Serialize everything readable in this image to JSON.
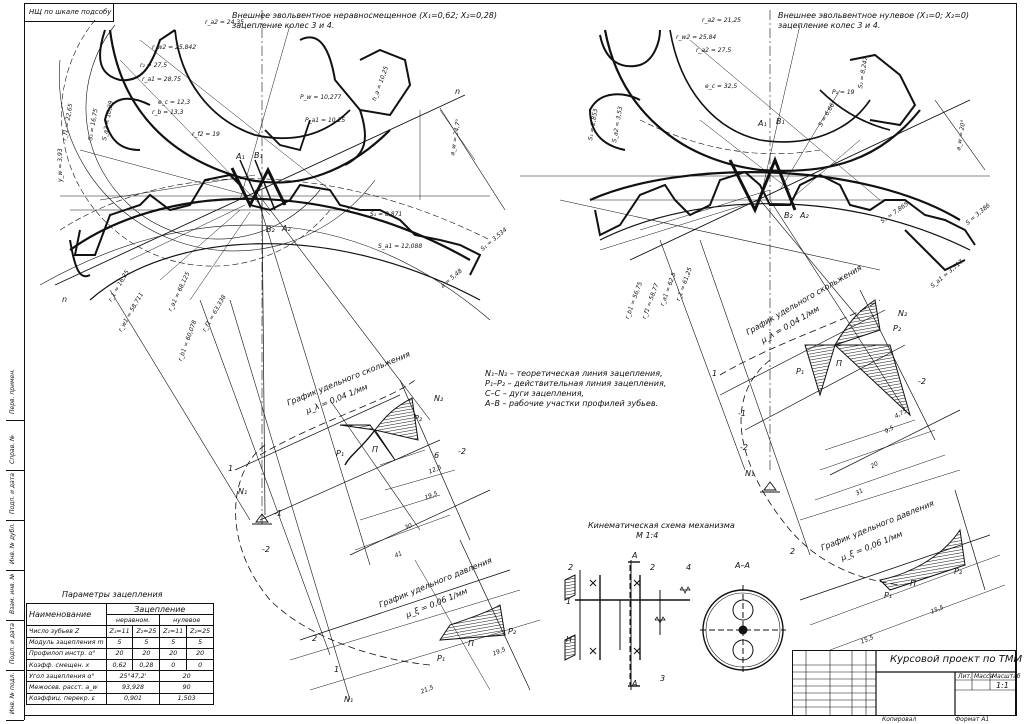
{
  "stamp": "НЩ по шкале подсобу",
  "left_gear": {
    "title_line1": "Внешнее эвольвентное неравносмещенное (X₁=0,62; X₂=0,28)",
    "title_line2": "зацепление колес 3 и 4.",
    "labels": [
      "r_a2 = 24,35",
      "r_w2 = 25,842",
      "r₂ = 27,5",
      "r_a1 = 28,75",
      "r_f1 = 22,65",
      "S₂ = 16,75",
      "r_b = 13,3",
      "e_c = 12,3",
      "r_f2 = 19",
      "S_a2 = 10,29",
      "P_w = 10,277",
      "P_a1 = 10,25",
      "h_a = 10,25",
      "a_w = 24,7°",
      "y_w = 3,93",
      "S₁ = 8,871",
      "S_a1 = 12,088",
      "a = 5,48",
      "e = 4,88",
      "S₁ = 3,534",
      "r_1 = 16,25",
      "r_a1 = 68,125",
      "r_w1 = 58,711",
      "r_b1 = 60,078",
      "r_f1 = 63,338"
    ],
    "points": [
      "A₁",
      "B₁",
      "A₂",
      "B₂",
      "N₁",
      "N₂",
      "P₁",
      "P₂",
      "C",
      "C",
      "n",
      "n",
      "1",
      "1",
      "2",
      "2",
      "-1",
      "-2",
      "K"
    ]
  },
  "right_gear": {
    "title_line1": "Внешнее эвольвентное нулевое (X₁=0; X₂=0)",
    "title_line2": "зацепление колес 3 и 4.",
    "labels": [
      "r_a2 = 21,25",
      "r_w2 = 25,84",
      "r_a2 = 27,5",
      "S₂ = 8,247",
      "P₁ = 19",
      "S₁ = 2,853",
      "S_a2 = 3,53",
      "e_c = 32,5",
      "S = 6,66",
      "a_w = 20°",
      "S₁ = 7,865",
      "S = 3,386",
      "S_a1 = 3,717",
      "r_b1 = 56,75",
      "r_f1 = 58,77",
      "r_a1 = 62,5",
      "r_1 = 61,25"
    ],
    "points": [
      "A₁",
      "B₁",
      "A₂",
      "B₂",
      "N₁",
      "N₂",
      "P₁",
      "P₂",
      "П",
      "1",
      "-1",
      "-2",
      "2",
      "K"
    ]
  },
  "legend": [
    "N₁–N₂ – теоретическая линия зацепления,",
    "P₁–P₂ – действительная линия зацепления,",
    "C–C – дуги зацепления,",
    "A–B – рабочие участки профилей зубьев."
  ],
  "left_slide_chart": {
    "title": "График удельного скольжения",
    "scale": "μ_λ = 0,04 1/мм",
    "dims": [
      "12,5",
      "19,5",
      "30",
      "41"
    ],
    "marks": [
      "P₁",
      "P₂",
      "П",
      "1",
      "-1",
      "-2",
      "2",
      "6",
      "N₁",
      "N₂"
    ]
  },
  "left_pressure_chart": {
    "title": "График удельного давления",
    "scale": "μ_ξ = 0,06 1/мм",
    "dims": [
      "19,5",
      "21,5"
    ],
    "marks": [
      "P₁",
      "П",
      "P₂",
      "N₁",
      "N₂",
      "1",
      "2"
    ]
  },
  "right_slide_chart": {
    "title": "График удельного скольжения",
    "scale": "μ_λ = 0,04 1/мм",
    "dims": [
      "4,75",
      "9,5",
      "20",
      "31"
    ],
    "marks": [
      "P₁",
      "P₂",
      "П",
      "1",
      "-1",
      "-2",
      "2",
      "N₁",
      "N₂"
    ]
  },
  "right_pressure_chart": {
    "title": "График удельного давления",
    "scale": "μ_ξ = 0,06 1/мм",
    "dims": [
      "15,5",
      "15,5"
    ],
    "marks": [
      "P₁",
      "П",
      "P₂",
      "N₁",
      "N₂",
      "1"
    ]
  },
  "kinematic": {
    "title": "Кинематическая схема механизма",
    "scale": "М 1:4",
    "section": "А–А",
    "marks": [
      "А",
      "А",
      "1",
      "2",
      "2",
      "3",
      "4",
      "Н"
    ]
  },
  "params_table": {
    "caption": "Параметры зацепления",
    "head_name": "Наименование",
    "head_group": "Зацепление",
    "head_sub": [
      "неравном.",
      "нулевое"
    ],
    "rows": [
      {
        "name": "Число зубьев Z",
        "c": [
          "Z₁=11",
          "Z₂=25",
          "Z₁=11",
          "Z₂=25"
        ]
      },
      {
        "name": "Модуль зацепления m",
        "c": [
          "5",
          "5",
          "5",
          "5"
        ]
      },
      {
        "name": "Профилоп инстр. α°",
        "c": [
          "20",
          "20",
          "20",
          "20"
        ]
      },
      {
        "name": "Коэфф. смещен. x",
        "c": [
          "0,62",
          "0,28",
          "0",
          "0"
        ]
      },
      {
        "name": "Угол зацепления α°",
        "c": [
          "25°47,2'",
          "",
          "20",
          ""
        ]
      },
      {
        "name": "Межосев. расст. a_w",
        "c": [
          "93,928",
          "",
          "90",
          ""
        ]
      },
      {
        "name": "Коэффиц. перекр. ε",
        "c": [
          "0,901",
          "",
          "1,503",
          ""
        ]
      }
    ]
  },
  "title_block": {
    "title": "Курсовой проект по ТММ",
    "sheet": "Лит.",
    "mass": "Масса",
    "scale": "Масштаб",
    "sheet_no": "1:1",
    "footer_left": "Копировал",
    "footer_right": "Формат А1"
  },
  "side_strip": [
    "Перв. примен.",
    "Справ. №",
    "Подп. и дата",
    "Инв. № дубл.",
    "Взам. инв. №",
    "Подп. и дата",
    "Инв. № подл."
  ]
}
